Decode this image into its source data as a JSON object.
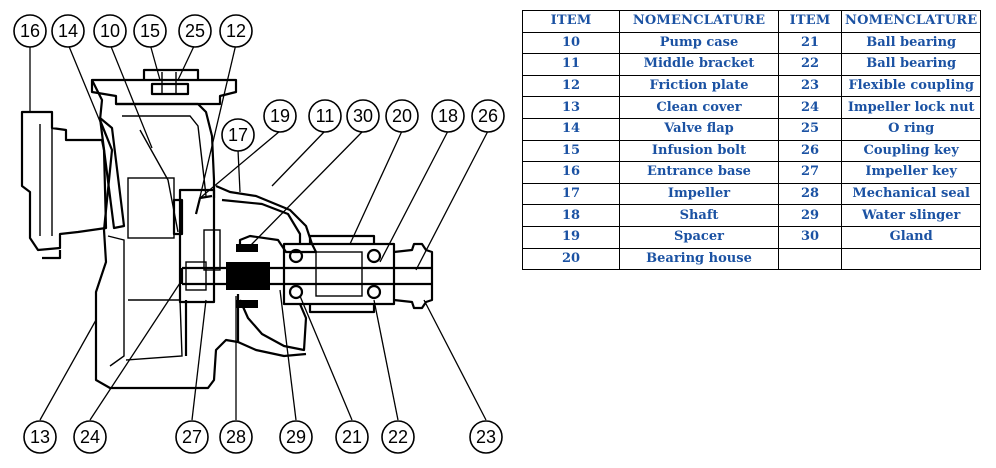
{
  "callouts": {
    "top": [
      "16",
      "14",
      "10",
      "15",
      "25",
      "12"
    ],
    "upper": [
      "19",
      "11",
      "30",
      "20",
      "18",
      "26"
    ],
    "mid": [
      "17"
    ],
    "bottom": [
      "13",
      "24",
      "27",
      "28",
      "29",
      "21",
      "22",
      "23"
    ]
  },
  "table": {
    "headers": [
      "ITEM",
      "NOMENCLATURE",
      "ITEM",
      "NOMENCLATURE"
    ],
    "rows": [
      {
        "item1": "10",
        "name1": "Pump case",
        "item2": "21",
        "name2": "Ball bearing"
      },
      {
        "item1": "11",
        "name1": "Middle bracket",
        "item2": "22",
        "name2": "Ball bearing"
      },
      {
        "item1": "12",
        "name1": "Friction plate",
        "item2": "23",
        "name2": "Flexible coupling"
      },
      {
        "item1": "13",
        "name1": "Clean cover",
        "item2": "24",
        "name2": "Impeller lock nut"
      },
      {
        "item1": "14",
        "name1": "Valve flap",
        "item2": "25",
        "name2": "O ring"
      },
      {
        "item1": "15",
        "name1": "Infusion bolt",
        "item2": "26",
        "name2": "Coupling key"
      },
      {
        "item1": "16",
        "name1": "Entrance base",
        "item2": "27",
        "name2": "Impeller key"
      },
      {
        "item1": "17",
        "name1": "Impeller",
        "item2": "28",
        "name2": "Mechanical seal"
      },
      {
        "item1": "18",
        "name1": "Shaft",
        "item2": "29",
        "name2": "Water slinger"
      },
      {
        "item1": "19",
        "name1": "Spacer",
        "item2": "30",
        "name2": "Gland"
      },
      {
        "item1": "20",
        "name1": "Bearing house",
        "item2": "",
        "name2": ""
      }
    ]
  },
  "colors": {
    "table_text": "#1b52a3",
    "lines": "#000000"
  }
}
